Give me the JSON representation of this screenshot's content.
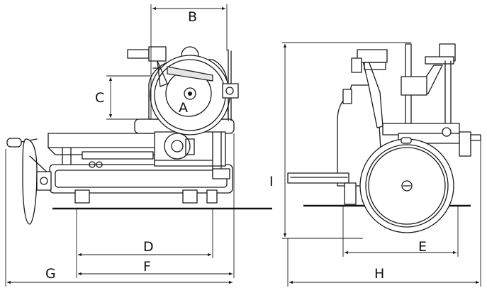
{
  "diagram": {
    "labels": {
      "A": "A",
      "B": "B",
      "C": "C",
      "D": "D",
      "E": "E",
      "F": "F",
      "G": "G",
      "H": "H",
      "I": "I"
    }
  }
}
